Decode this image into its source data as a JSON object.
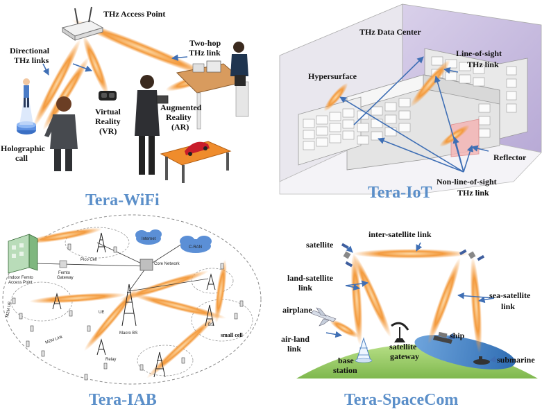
{
  "panels": {
    "wifi": {
      "title": "Tera-WiFi",
      "labels": {
        "access_point": "THz Access Point",
        "directional_1": "Directional",
        "directional_2": "THz links",
        "two_hop_1": "Two-hop",
        "two_hop_2": "THz link",
        "vr_1": "Virtual",
        "vr_2": "Reality",
        "vr_3": "(VR)",
        "ar_1": "Augmented",
        "ar_2": "Reality",
        "ar_3": "(AR)",
        "holo_1": "Holographic",
        "holo_2": "call"
      }
    },
    "iot": {
      "title": "Tera-IoT",
      "labels": {
        "data_center": "THz Data Center",
        "hypersurface": "Hypersurface",
        "los_1": "Line-of-sight",
        "los_2": "THz link",
        "reflector": "Reflector",
        "nlos_1": "Non-line-of-sight",
        "nlos_2": "THz link"
      }
    },
    "iab": {
      "title": "Tera-IAB",
      "labels": {
        "internet": "Internet",
        "cran": "C-RAN",
        "pico_cell": "Pico Cell",
        "core_network": "Core Network",
        "indoor_femto_1": "Indoor Femto",
        "indoor_femto_2": "Access Point",
        "femto_gateway_1": "Femto",
        "femto_gateway_2": "Gateway",
        "ue": "UE",
        "macro_bs": "Macro BS",
        "bs": "BS",
        "small_cell": "small cell",
        "relay": "Relay",
        "m2m_link": "M2M Link",
        "m2m_ue": "M2M UE"
      }
    },
    "spacecom": {
      "title": "Tera-SpaceCom",
      "labels": {
        "satellite": "satellite",
        "inter_satellite": "inter-satellite link",
        "land_sat_1": "land-satellite",
        "land_sat_2": "link",
        "sea_sat_1": "sea-satellite",
        "sea_sat_2": "link",
        "airplane": "airplane",
        "air_land_1": "air-land",
        "air_land_2": "link",
        "base_station_1": "base",
        "base_station_2": "station",
        "sat_gateway_1": "satellite",
        "sat_gateway_2": "gateway",
        "ship": "ship",
        "submarine": "submarine"
      }
    }
  },
  "colors": {
    "title_blue": "#5b8fc9",
    "beam_orange": "#f08a2c",
    "arrow_blue": "#3f6fb5",
    "room_purple": "#c9bde0",
    "ground_green": "#9ccf6a",
    "sea_blue": "#4c86c8"
  }
}
